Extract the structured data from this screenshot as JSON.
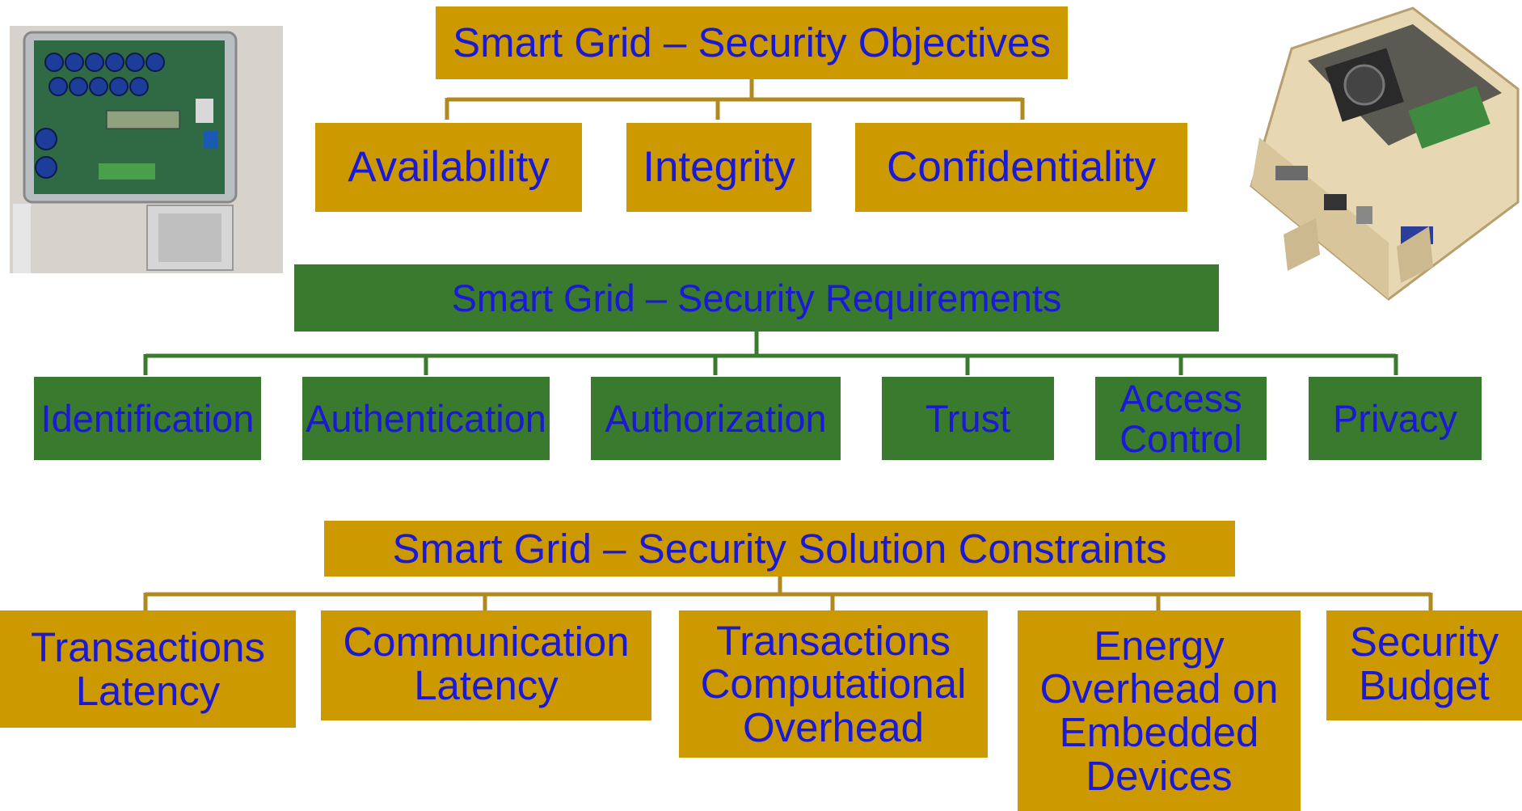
{
  "colors": {
    "gold": "#cc9900",
    "green": "#3a7a2e",
    "text": "#1a1ad6"
  },
  "objectives": {
    "title": "Smart Grid – Security Objectives",
    "items": [
      "Availability",
      "Integrity",
      "Confidentiality"
    ]
  },
  "requirements": {
    "title": "Smart Grid – Security Requirements",
    "items": [
      "Identification",
      "Authentication",
      "Authorization",
      "Trust",
      [
        "Access",
        "Control"
      ],
      "Privacy"
    ]
  },
  "constraints": {
    "title": "Smart Grid – Security Solution Constraints",
    "items": [
      [
        "Transactions",
        "Latency"
      ],
      [
        "Communication",
        "Latency"
      ],
      [
        "Transactions",
        "Computational",
        "Overhead"
      ],
      [
        "Energy",
        "Overhead on",
        "Embedded",
        "Devices"
      ],
      [
        "Security",
        "Budget"
      ]
    ]
  },
  "images": [
    "smart-meter-photo",
    "embedded-board-photo"
  ]
}
